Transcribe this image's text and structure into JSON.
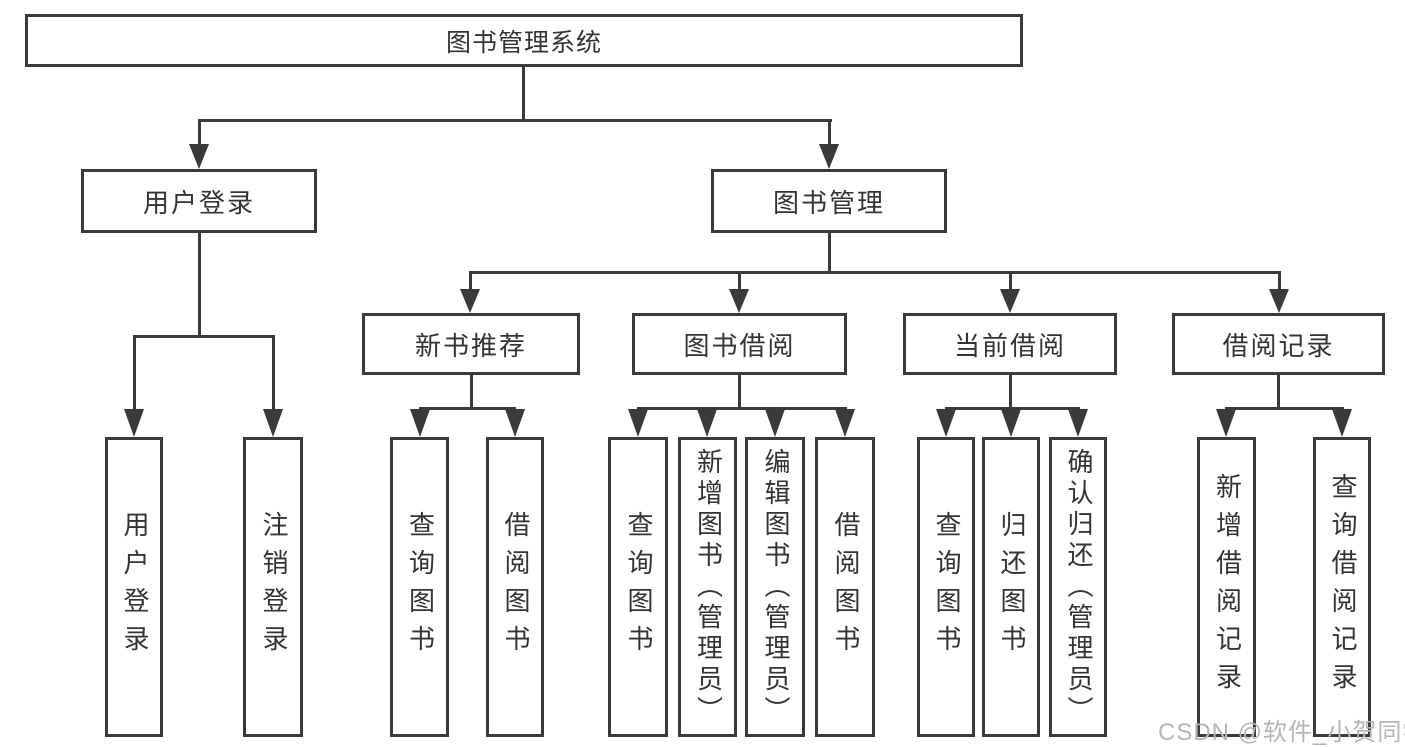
{
  "diagram": {
    "root": {
      "label": "图书管理系统"
    },
    "branches": [
      {
        "label": "用户登录",
        "children": [
          {
            "label": "用户登录"
          },
          {
            "label": "注销登录"
          }
        ]
      },
      {
        "label": "图书管理",
        "sections": [
          {
            "label": "新书推荐",
            "children": [
              {
                "label": "查询图书"
              },
              {
                "label": "借阅图书"
              }
            ]
          },
          {
            "label": "图书借阅",
            "children": [
              {
                "label": "查询图书"
              },
              {
                "label": "新增图书（管理员）"
              },
              {
                "label": "编辑图书（管理员）"
              },
              {
                "label": "借阅图书"
              }
            ]
          },
          {
            "label": "当前借阅",
            "children": [
              {
                "label": "查询图书"
              },
              {
                "label": "归还图书"
              },
              {
                "label": "确认归还（管理员）"
              }
            ]
          },
          {
            "label": "借阅记录",
            "children": [
              {
                "label": "新增借阅记录"
              },
              {
                "label": "查询借阅记录"
              }
            ]
          }
        ]
      }
    ]
  },
  "watermark": {
    "text": "CSDN @软件_小贺同学"
  },
  "colors": {
    "line": "#3a3a3a",
    "text": "#333333",
    "watermark": "#b5b5b5",
    "background": "#ffffff"
  }
}
